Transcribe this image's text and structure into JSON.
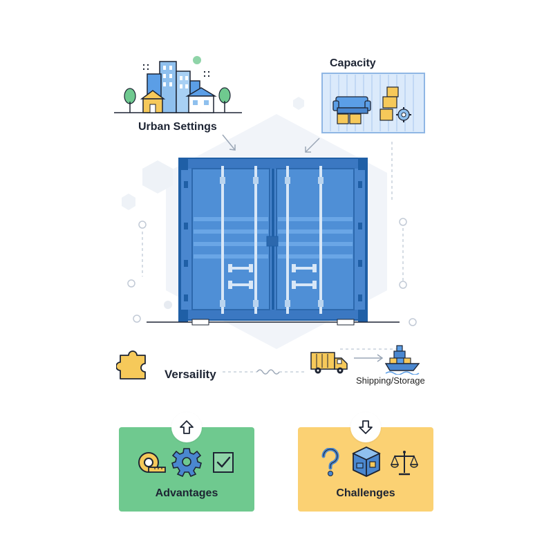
{
  "labels": {
    "urban_settings": "Urban Settings",
    "capacity": "Capacity",
    "versatility": "Versaility",
    "shipping_storage": "Shipping/Storage"
  },
  "cards": {
    "advantages": {
      "title": "Advantages",
      "badge_icon": "arrow-up-icon",
      "icons": [
        "tape-measure-icon",
        "gear-icon",
        "checkbox-icon"
      ]
    },
    "challenges": {
      "title": "Challenges",
      "badge_icon": "arrow-down-icon",
      "icons": [
        "question-mark-icon",
        "stacked-boxes-icon",
        "balance-scale-icon"
      ]
    }
  },
  "colors": {
    "container_blue": "#4a87cf",
    "container_dark": "#1f5fa6",
    "advantages_green": "#6fc98f",
    "challenges_yellow": "#fbd173",
    "accent_yellow": "#f6c95a",
    "outline": "#1d2433"
  }
}
